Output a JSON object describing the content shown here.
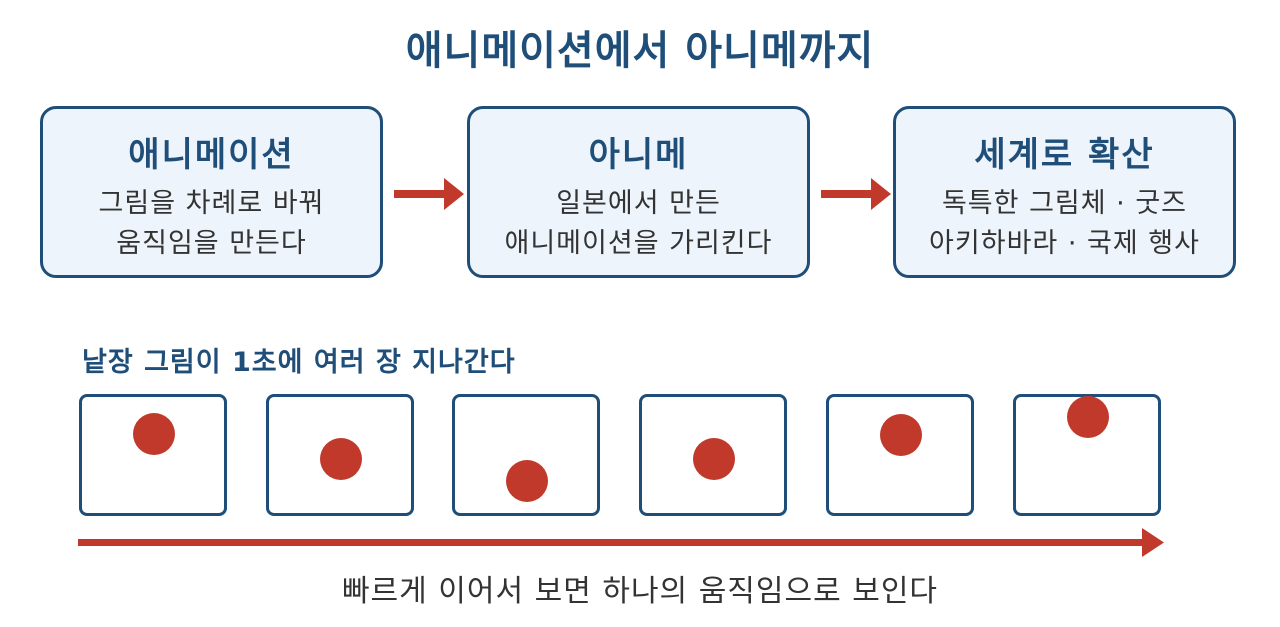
{
  "title": "애니메이션에서 아니메까지",
  "flow": [
    {
      "title": "애니메이션",
      "lines": [
        "그림을 차례로 바꿔",
        "움직임을 만든다"
      ]
    },
    {
      "title": "아니메",
      "lines": [
        "일본에서 만든",
        "애니메이션을 가리킨다"
      ]
    },
    {
      "title": "세계로 확산",
      "lines": [
        "독특한 그림체 · 굿즈",
        "아키하바라 · 국제 행사"
      ]
    }
  ],
  "frames_caption": "낱장 그림이 1초에 여러 장 지나간다",
  "footer": "빠르게 이어서 보면 하나의 움직임으로 보인다",
  "colors": {
    "primary": "#1f4e79",
    "accent": "#c0392b",
    "box_fill": "#eef4fb"
  }
}
